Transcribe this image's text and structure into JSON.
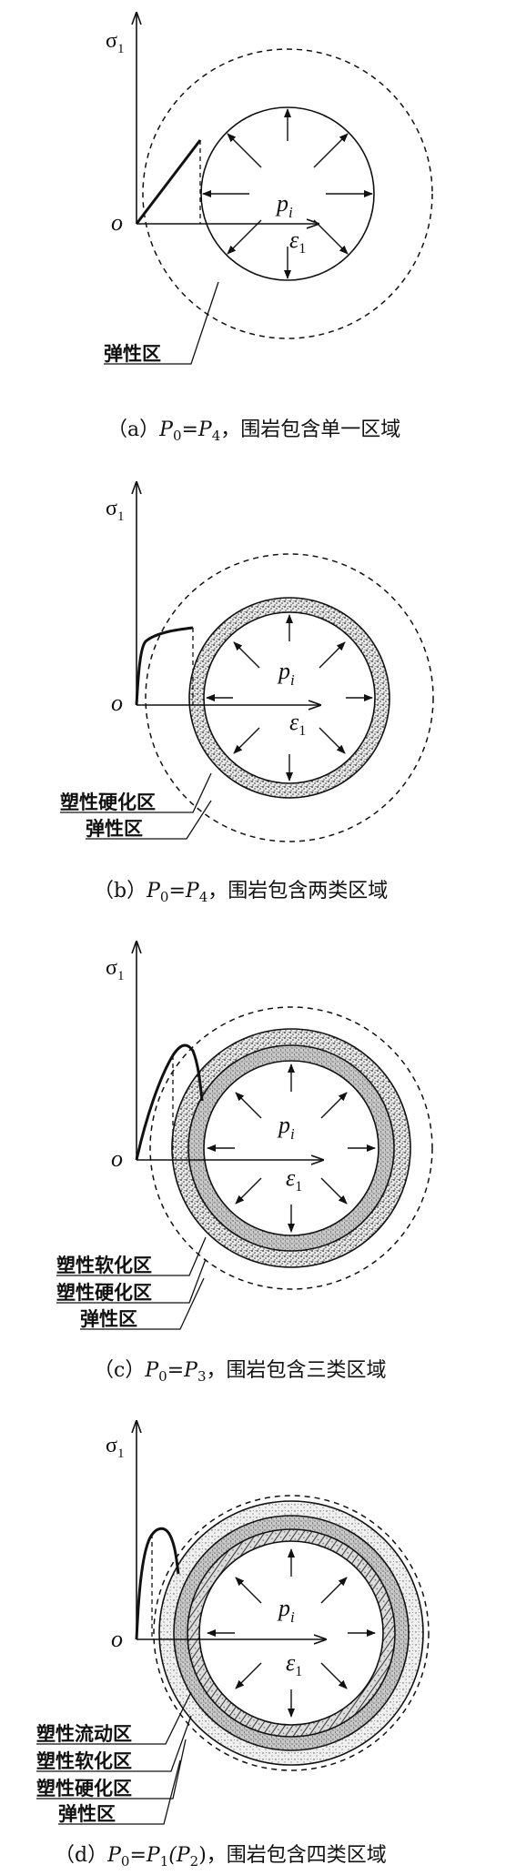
{
  "panels": [
    {
      "id": "a",
      "sigma": "σ",
      "sigma_sub": "1",
      "origin": "o",
      "p": "p",
      "p_sub": "i",
      "eps": "ε",
      "eps_sub": "1",
      "zones": [
        "弹性区"
      ],
      "caption": {
        "prefix": "（a）",
        "lhs": "P",
        "lhs_sub": "0",
        "eq": "=",
        "rhs": "P",
        "rhs_sub": "4",
        "rest": "，围岩包含单一区域"
      }
    },
    {
      "id": "b",
      "sigma": "σ",
      "sigma_sub": "1",
      "origin": "o",
      "p": "p",
      "p_sub": "i",
      "eps": "ε",
      "eps_sub": "1",
      "zones": [
        "塑性硬化区",
        "弹性区"
      ],
      "caption": {
        "prefix": "（b）",
        "lhs": "P",
        "lhs_sub": "0",
        "eq": "=",
        "rhs": "P",
        "rhs_sub": "4",
        "rest": "，围岩包含两类区域"
      }
    },
    {
      "id": "c",
      "sigma": "σ",
      "sigma_sub": "1",
      "origin": "o",
      "p": "p",
      "p_sub": "i",
      "eps": "ε",
      "eps_sub": "1",
      "zones": [
        "塑性软化区",
        "塑性硬化区",
        "弹性区"
      ],
      "caption": {
        "prefix": "（c）",
        "lhs": "P",
        "lhs_sub": "0",
        "eq": "=",
        "rhs": "P",
        "rhs_sub": "3",
        "rest": "，围岩包含三类区域"
      }
    },
    {
      "id": "d",
      "sigma": "σ",
      "sigma_sub": "1",
      "origin": "o",
      "p": "p",
      "p_sub": "i",
      "eps": "ε",
      "eps_sub": "1",
      "zones": [
        "塑性流动区",
        "塑性软化区",
        "塑性硬化区",
        "弹性区"
      ],
      "caption": {
        "prefix": "（d）",
        "lhs": "P",
        "lhs_sub": "0",
        "eq": "=",
        "rhs": "P",
        "rhs_sub": "1",
        "paren": "(P",
        "paren_sub": "2",
        "paren_close": ")",
        "rest": "，围岩包含四类区域"
      }
    }
  ],
  "colors": {
    "ink": "#111111",
    "background": "#ffffff"
  }
}
